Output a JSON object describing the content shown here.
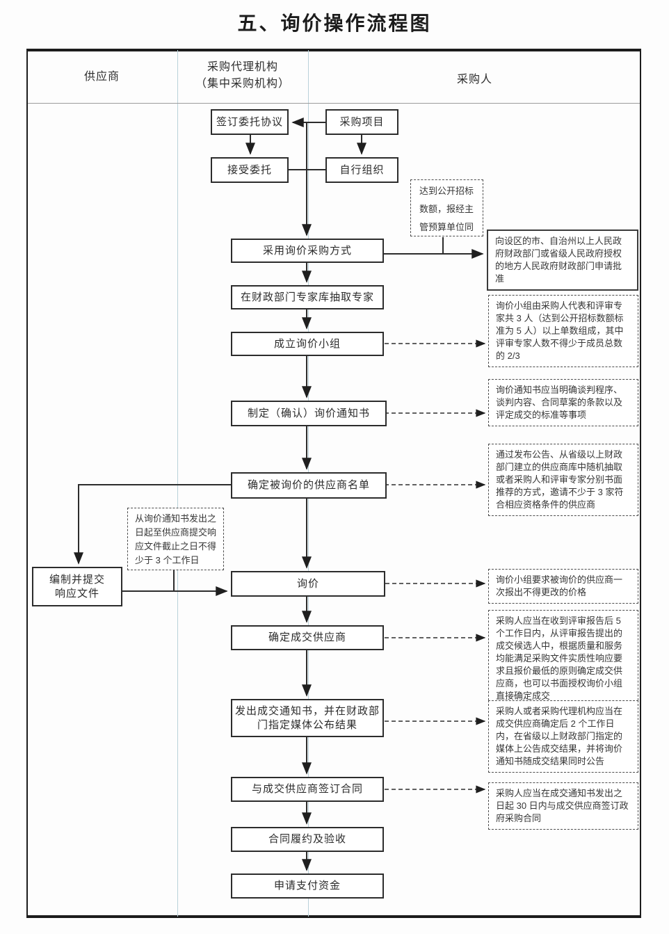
{
  "title": "五、询价操作流程图",
  "lanes": {
    "supplier": "供应商",
    "agency_line1": "采购代理机构",
    "agency_line2": "（集中采购机构）",
    "purchaser": "采购人"
  },
  "nodes": {
    "sign_agreement": "签订委托协议",
    "procurement_project": "采购项目",
    "accept_entrustment": "接受委托",
    "self_organize": "自行组织",
    "adopt_inquiry": "采用询价采购方式",
    "extract_experts": "在财政部门专家库抽取专家",
    "form_group": "成立询价小组",
    "make_notice": "制定（确认）询价通知书",
    "supplier_list": "确定被询价的供应商名单",
    "prepare_response_line1": "编制并提交",
    "prepare_response_line2": "响应文件",
    "inquiry": "询价",
    "determine_winner": "确定成交供应商",
    "issue_notice": "发出成交通知书，并在财政部门指定媒体公布结果",
    "sign_contract": "与成交供应商签订合同",
    "performance": "合同履约及验收",
    "payment": "申请支付资金"
  },
  "notes": {
    "threshold": "达到公开招标数额，报经主管预算单位同",
    "approval": "向设区的市、自治州以上人民政府财政部门或省级人民政府授权的地方人民政府财政部门申请批准",
    "group": "询价小组由采购人代表和评审专家共 3 人（达到公开招标数额标准为 5 人）以上单数组成，其中评审专家人数不得少于成员总数的 2/3",
    "notice": "询价通知书应当明确谈判程序、谈判内容、合同草案的条款以及评定成交的标准等事项",
    "invite": "通过发布公告、从省级以上财政部门建立的供应商库中随机抽取或者采购人和评审专家分别书面推荐的方式，邀请不少于 3 家符合相应资格条件的供应商",
    "min_days": "从询价通知书发出之日起至供应商提交响应文件截止之日不得少于 3 个工作日",
    "one_quote": "询价小组要求被询价的供应商一次报出不得更改的价格",
    "winner": "采购人应当在收到评审报告后 5 个工作日内，从评审报告提出的成交候选人中，根据质量和服务均能满足采购文件实质性响应要求且报价最低的原则确定成交供应商，也可以书面授权询价小组直接确定成交",
    "announce": "采购人或者采购代理机构应当在成交供应商确定后 2 个工作日内，在省级以上财政部门指定的媒体上公告成交结果，并将询价通知书随成交结果同时公告",
    "contract_30": "采购人应当在成交通知书发出之日起 30 日内与成交供应商签订政府采购合同"
  },
  "colors": {
    "divider": "#b9d1da",
    "line": "#2c2c2c"
  }
}
